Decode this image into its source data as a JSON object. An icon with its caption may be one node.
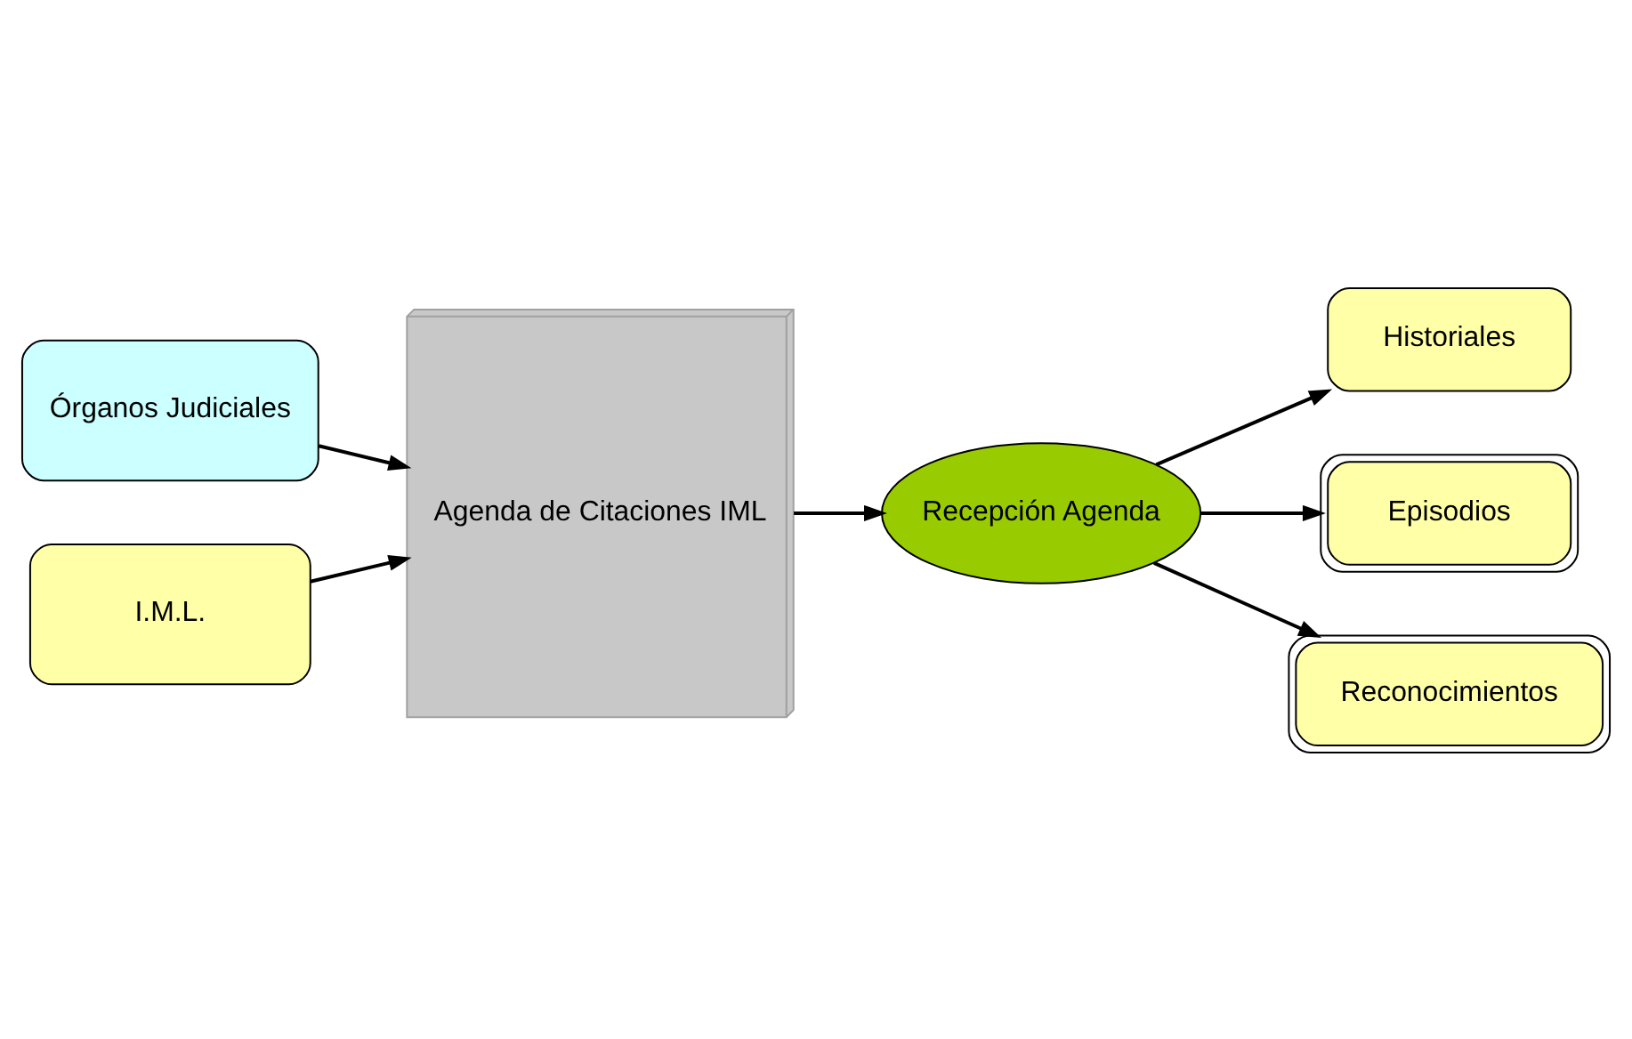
{
  "diagram": {
    "nodes": [
      {
        "text": [
          "Órganos Judiciales"
        ]
      },
      {
        "text": [
          "I.M.L."
        ]
      },
      {
        "text": [
          "Agenda de Citaciones IML"
        ]
      },
      {
        "text": [
          "Recepción Agenda"
        ]
      },
      {
        "text": [
          "Historiales"
        ]
      },
      {
        "text": [
          "Episodios"
        ]
      },
      {
        "text": [
          "Reconocimientos"
        ]
      }
    ],
    "edges": [
      {
        "from": 0,
        "to": 2,
        "arrow": "to"
      },
      {
        "from": 1,
        "to": 2,
        "arrow": "to"
      },
      {
        "from": 2,
        "to": 3,
        "arrow": "to"
      },
      {
        "from": 3,
        "to": 4,
        "arrow": "to"
      },
      {
        "from": 3,
        "to": 5,
        "arrow": "to"
      },
      {
        "from": 3,
        "to": 6,
        "arrow": "to"
      }
    ]
  }
}
